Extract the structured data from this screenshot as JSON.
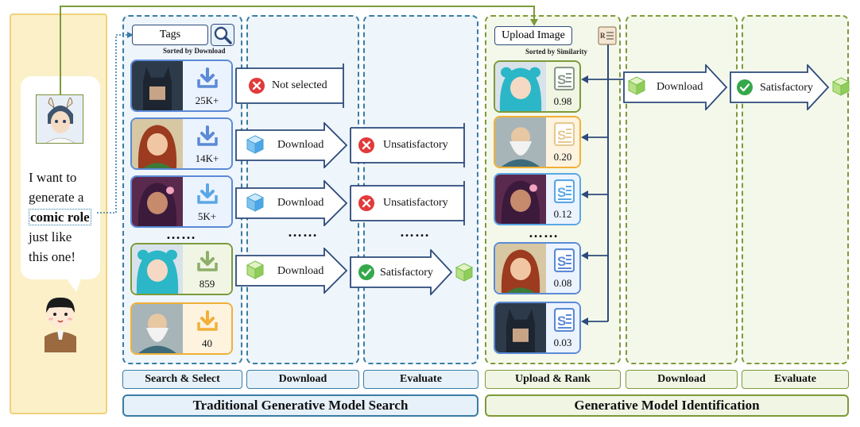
{
  "user_request": {
    "line1": "I want to",
    "line2": "generate a",
    "line3_bold": "comic role",
    "line4": "just like",
    "line5": "this one!"
  },
  "traditional": {
    "search_box": "Tags",
    "sort_note": "Sorted by Download",
    "downloads": [
      "25K+",
      "14K+",
      "5K+",
      "859",
      "40"
    ],
    "download_label": "Download",
    "not_selected": "Not selected",
    "unsatisfactory": "Unsatisfactory",
    "satisfactory": "Satisfactory",
    "ellipsis": "……",
    "labels": [
      "Search & Select",
      "Download",
      "Evaluate"
    ],
    "title": "Traditional Generative Model Search"
  },
  "identification": {
    "upload_box": "Upload Image",
    "sort_note": "Sorted by Similarity",
    "scores": [
      "0.98",
      "0.20",
      "0.12",
      "0.08",
      "0.03"
    ],
    "download_label": "Download",
    "satisfactory": "Satisfactory",
    "ellipsis": "……",
    "labels": [
      "Upload & Rank",
      "Download",
      "Evaluate"
    ],
    "title": "Generative Model Identification"
  },
  "colors": {
    "blue_section": "#3a7ca5",
    "green_section": "#7d9a3a",
    "user_panel": "#fbf0c8",
    "check_green": "#35a84a",
    "error_red": "#e23a3a"
  },
  "icons": [
    "search-icon",
    "document-r-icon",
    "download-icon",
    "score-document-icon",
    "cube-icon",
    "x-circle-icon",
    "check-circle-icon",
    "arrow-right-icon"
  ]
}
